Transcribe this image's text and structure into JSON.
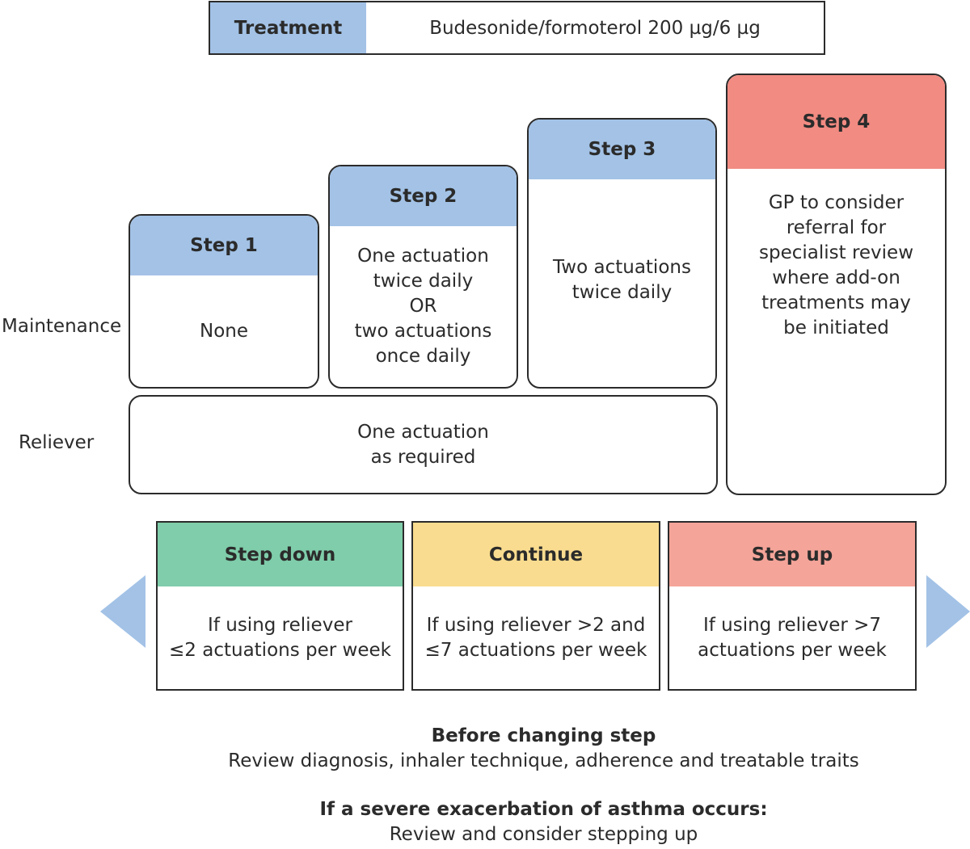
{
  "treatment": {
    "label": "Treatment",
    "value": "Budesonide/formoterol 200 µg/6 µg"
  },
  "rows": {
    "maintenance": "Maintenance",
    "reliever": "Reliever"
  },
  "steps": [
    {
      "title": "Step 1",
      "maintenance": "None"
    },
    {
      "title": "Step 2",
      "maintenance": "One actuation\ntwice daily\nOR\ntwo actuations\nonce daily"
    },
    {
      "title": "Step 3",
      "maintenance": "Two actuations\ntwice daily"
    },
    {
      "title": "Step 4",
      "text": "GP to consider\nreferral for\nspecialist review\nwhere add-on\ntreatments may\nbe initiated"
    }
  ],
  "reliever_text": "One actuation\nas required",
  "actions": [
    {
      "title": "Step down",
      "text": "If using reliever\n≤2 actuations per week"
    },
    {
      "title": "Continue",
      "text": "If using reliever >2 and\n≤7 actuations per week"
    },
    {
      "title": "Step up",
      "text": "If using reliever >7\nactuations per week"
    }
  ],
  "notes": [
    {
      "title": "Before changing step",
      "text": "Review diagnosis, inhaler technique, adherence and treatable traits"
    },
    {
      "title": "If a severe exacerbation of asthma occurs:",
      "text": "Review and consider stepping up"
    }
  ],
  "colors": {
    "step_header_blue": "#a3c2e6",
    "step4_header_red": "#f28b82",
    "step_down_green": "#7fcdaa",
    "continue_yellow": "#f9dc8f",
    "step_up_salmon": "#f4a499",
    "arrow_blue": "#a3c2e6"
  }
}
